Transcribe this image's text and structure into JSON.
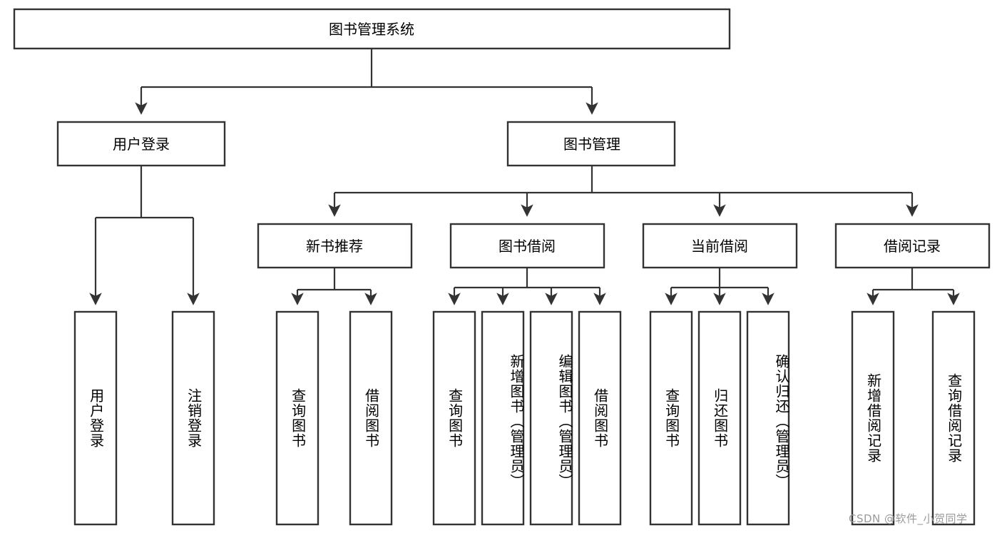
{
  "diagram": {
    "title": "图书管理系统",
    "type": "hierarchy-tree",
    "watermark": "CSDN @软件_小贺同学",
    "colors": {
      "stroke": "#333333",
      "fill": "#ffffff",
      "text": "#000000",
      "watermark": "#9a9a9a"
    },
    "root": {
      "label": "图书管理系统"
    },
    "level2": [
      {
        "label": "用户登录"
      },
      {
        "label": "图书管理"
      }
    ],
    "level3": [
      {
        "label": "新书推荐"
      },
      {
        "label": "图书借阅"
      },
      {
        "label": "当前借阅"
      },
      {
        "label": "借阅记录"
      }
    ],
    "leaves": [
      {
        "label": "用户登录",
        "parent": "用户登录"
      },
      {
        "label": "注销登录",
        "parent": "用户登录"
      },
      {
        "label": "查询图书",
        "parent": "新书推荐"
      },
      {
        "label": "借阅图书",
        "parent": "新书推荐"
      },
      {
        "label": "查询图书",
        "parent": "图书借阅"
      },
      {
        "label": "新增图书（管理员）",
        "parent": "图书借阅"
      },
      {
        "label": "编辑图书（管理员）",
        "parent": "图书借阅"
      },
      {
        "label": "借阅图书",
        "parent": "图书借阅"
      },
      {
        "label": "查询图书",
        "parent": "当前借阅"
      },
      {
        "label": "归还图书",
        "parent": "当前借阅"
      },
      {
        "label": "确认归还（管理员）",
        "parent": "当前借阅"
      },
      {
        "label": "新增借阅记录",
        "parent": "借阅记录"
      },
      {
        "label": "查询借阅记录",
        "parent": "借阅记录"
      }
    ]
  }
}
